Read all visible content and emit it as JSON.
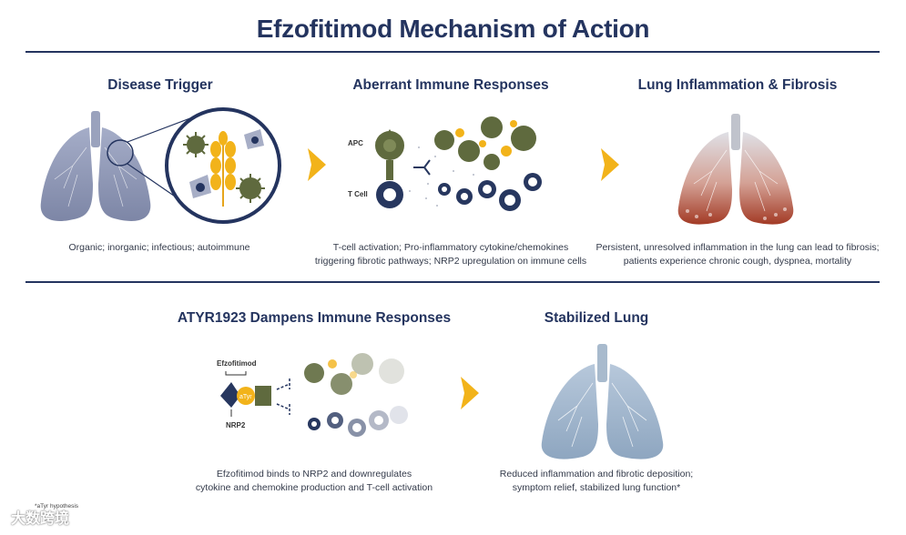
{
  "title": "Efzofitimod Mechanism of Action",
  "panels": {
    "trigger": {
      "title": "Disease Trigger",
      "caption": [
        "Organic; inorganic; infectious; autoimmune"
      ]
    },
    "aberrant": {
      "title": "Aberrant Immune Responses",
      "caption": [
        "T-cell activation; Pro-inflammatory cytokine/chemokines",
        "triggering fibrotic pathways; NRP2 upregulation on immune cells"
      ],
      "apc_label": "APC",
      "tcell_label": "T Cell"
    },
    "fibrosis": {
      "title": "Lung Inflammation & Fibrosis",
      "caption": [
        "Persistent, unresolved inflammation in the lung can lead to fibrosis;",
        "patients experience chronic cough, dyspnea, mortality"
      ]
    },
    "dampens": {
      "title": "ATYR1923 Dampens Immune Responses",
      "caption": [
        "Efzofitimod binds to NRP2 and downregulates",
        "cytokine and chemokine production and T-cell activation"
      ],
      "drug_label": "Efzofitimod",
      "receptor_label": "NRP2",
      "atyr_label": "aTyr"
    },
    "stabilized": {
      "title": "Stabilized Lung",
      "caption": [
        "Reduced inflammation and fibrotic deposition;",
        "symptom relief, stabilized lung function*"
      ]
    }
  },
  "footnote": "*aTyr hypothesis",
  "watermark": "大数跨境",
  "colors": {
    "navy": "#24345f",
    "arrow": "#f2b31a",
    "apc": "#5f6a3e",
    "tcell": "#27375f",
    "lung_gray": "#8f98b8",
    "lung_blue": "#9eb4cc",
    "fibrosis_red": "#a33a25"
  }
}
